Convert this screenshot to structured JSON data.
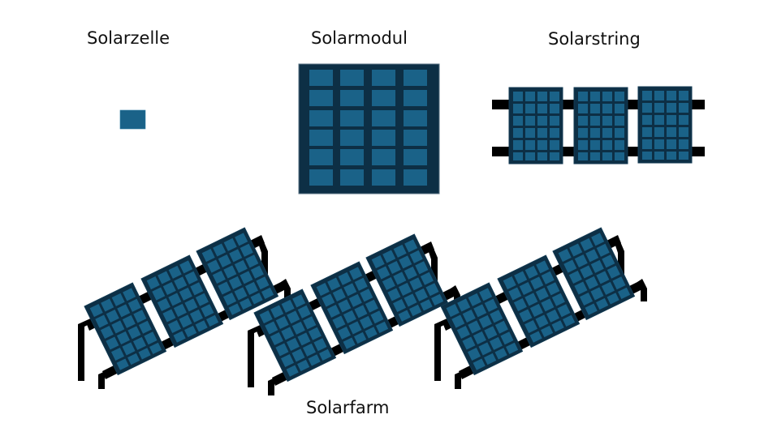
{
  "labels": {
    "cell": "Solarzelle",
    "module": "Solarmodul",
    "string": "Solarstring",
    "farm": "Solarfarm"
  },
  "colors": {
    "cell": "#1a6288",
    "frame": "#0d2f45",
    "rail": "#000000",
    "background": "#ffffff"
  },
  "structure": {
    "module_grid": {
      "rows": 6,
      "cols": 4
    },
    "string_modules": 3,
    "farm_rows": 3,
    "modules_per_farm_row": 3
  }
}
